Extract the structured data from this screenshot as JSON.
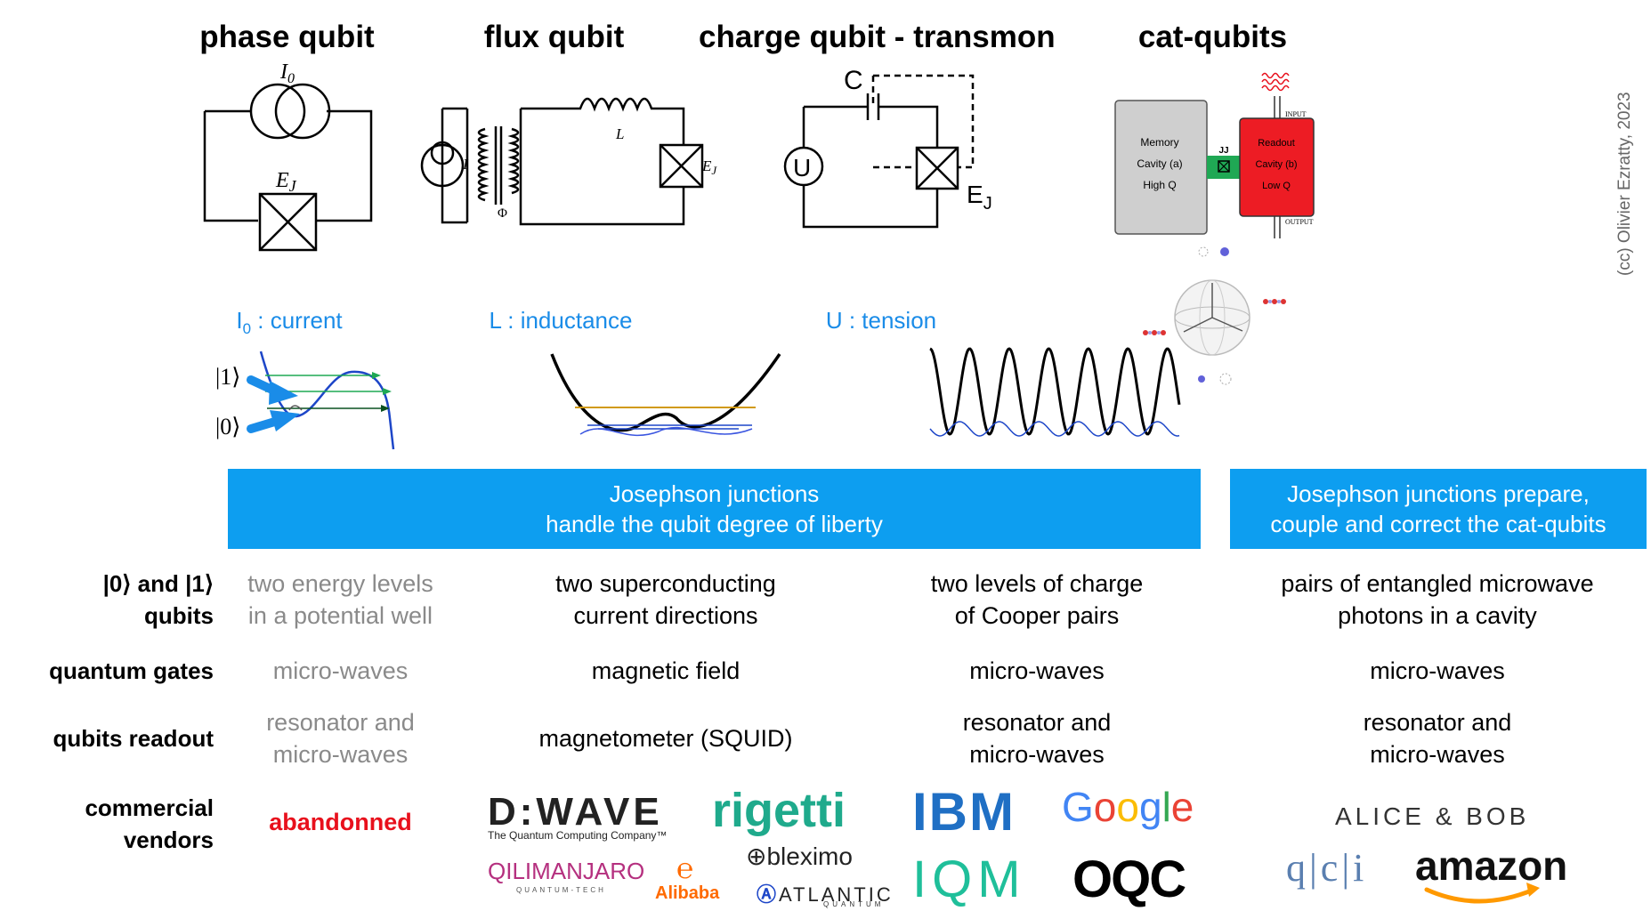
{
  "columns": [
    {
      "title": "phase qubit",
      "param": "I",
      "param_sub": "0",
      "param_rest": " : current"
    },
    {
      "title": "flux qubit",
      "param": "L : inductance"
    },
    {
      "title": "charge qubit - transmon",
      "param": "U : tension"
    },
    {
      "title": "cat-qubits"
    }
  ],
  "circuit_labels": {
    "phase": {
      "I0": "I",
      "I0_sub": "0",
      "EJ": "E",
      "EJ_sub": "J"
    },
    "flux": {
      "I": "I",
      "L": "L",
      "Phi": "Φ",
      "EJ": "E",
      "EJ_sub": "J"
    },
    "charge": {
      "C": "C",
      "U": "U",
      "EJ": "E",
      "EJ_sub": "J"
    },
    "cat": {
      "memory_l1": "Memory",
      "memory_l2": "Cavity (a)",
      "memory_l3": "High Q",
      "jj": "JJ",
      "readout_l1": "Readout",
      "readout_l2": "Cavity (b)",
      "readout_l3": "Low Q",
      "input": "INPUT",
      "output": "OUTPUT"
    }
  },
  "state_labels": {
    "one": "|1⟩",
    "zero": "|0⟩"
  },
  "banners": {
    "main_l1": "Josephson junctions",
    "main_l2": "handle the qubit degree of liberty",
    "cat_l1": "Josephson junctions prepare,",
    "cat_l2": "couple and correct the cat-qubits"
  },
  "rows": {
    "states_label_l1": "|0⟩ and |1⟩",
    "states_label_l2": "qubits",
    "gates_label": "quantum gates",
    "readout_label": "qubits readout",
    "vendors_label_l1": "commercial",
    "vendors_label_l2": "vendors"
  },
  "cells": {
    "phase": {
      "states_l1": "two energy levels",
      "states_l2": "in a potential well",
      "gates": "micro-waves",
      "readout_l1": "resonator and",
      "readout_l2": "micro-waves",
      "vendors": "abandonned"
    },
    "flux": {
      "states_l1": "two superconducting",
      "states_l2": "current directions",
      "gates": "magnetic field",
      "readout": "magnetometer (SQUID)"
    },
    "charge": {
      "states_l1": "two levels of charge",
      "states_l2": "of Cooper pairs",
      "gates": "micro-waves",
      "readout_l1": "resonator and",
      "readout_l2": "micro-waves"
    },
    "cat": {
      "states_l1": "pairs of entangled microwave",
      "states_l2": "photons in a cavity",
      "gates": "micro-waves",
      "readout_l1": "resonator and",
      "readout_l2": "micro-waves"
    }
  },
  "vendors": {
    "dwave": "D:WAVE",
    "dwave_tag": "The Quantum Computing Company™",
    "rigetti": "rigetti",
    "qilimanjaro": "QILIMANJARO",
    "qilimanjaro_tag": "QUANTUM-TECH",
    "alibaba": "Alibaba",
    "bleximo": "bleximo",
    "atlantic": "ATLANTIC",
    "atlantic_tag": "QUANTUM",
    "ibm": "IBM",
    "google": "Google",
    "iqm": "IQM",
    "oqc": "OQC",
    "alice_bob": "ALICE & BOB",
    "qci": "q|c|i",
    "amazon": "amazon"
  },
  "credit": "(cc) Olivier Ezratty, 2023",
  "colors": {
    "accent_blue": "#0d9ef0",
    "label_blue": "#1a8ce8",
    "red": "#e8101c",
    "gray": "#8a8a8a"
  }
}
